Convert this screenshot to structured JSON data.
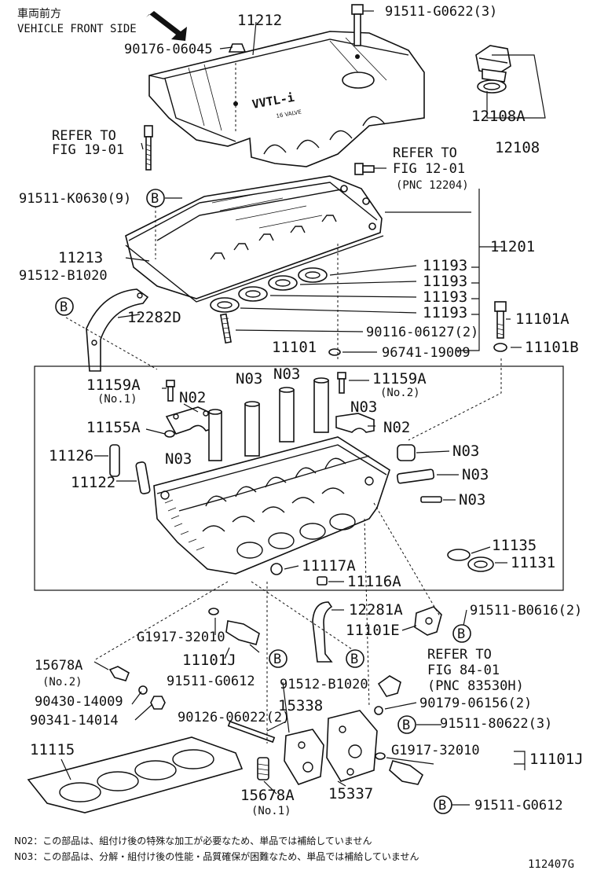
{
  "header": {
    "jp_direction": "車両前方",
    "direction": "VEHICLE FRONT SIDE"
  },
  "labels": {
    "p11212": "11212",
    "p91511_g0622": "91511-G0622(3)",
    "p90176": "90176-06045",
    "refer_to": "REFER TO",
    "fig_19": "FIG 19-01",
    "p12108a": "12108A",
    "p12108": "12108",
    "refer_to_2": "REFER TO",
    "fig_12": "FIG 12-01",
    "pnc_12204": "(PNC 12204)",
    "p91511_k0630": "91511-K0630(9)",
    "p11201": "11201",
    "p11213": "11213",
    "p91512_b1020": "91512-B1020",
    "p11193_1": "11193",
    "p11193_2": "11193",
    "p11193_3": "11193",
    "p11193_4": "11193",
    "p12282d": "12282D",
    "p11101a": "11101A",
    "p90116": "90116-06127(2)",
    "p11101": "11101",
    "p96741": "96741-19009",
    "p11101b": "11101B",
    "n03_top": "N03",
    "p11159a_l": "11159A",
    "no1": "(No.1)",
    "p11159a_r": "11159A",
    "no2": "(No.2)",
    "n03_a": "N03",
    "n02_l": "N02",
    "n03_b": "N03",
    "p11155a": "11155A",
    "n02_r": "N02",
    "p11126": "11126",
    "n03_c": "N03",
    "n03_d": "N03",
    "n03_e": "N03",
    "p11122": "11122",
    "n03_f": "N03",
    "p11135": "11135",
    "p11131": "11131",
    "p11117a": "11117A",
    "p11116a": "11116A",
    "p12281a": "12281A",
    "p91511_b0616": "91511-B0616(2)",
    "p11101e": "11101E",
    "g1917_l": "G1917-32010",
    "p11101j_l": "11101J",
    "p91511_g0612_l": "91511-G0612",
    "p15678a_top": "15678A",
    "no2_b": "(No.2)",
    "p91512_b1020_b": "91512-B1020",
    "refer_to_3": "REFER TO",
    "fig_84": "FIG 84-01",
    "pnc_83530h": "(PNC 83530H)",
    "p90430": "90430-14009",
    "p90179": "90179-06156(2)",
    "p90341": "90341-14014",
    "p15338": "15338",
    "p90126": "90126-06022(2)",
    "p91511_80622": "91511-80622(3)",
    "p11115": "11115",
    "g1917_r": "G1917-32010",
    "p11101j_r": "11101J",
    "p15678a_bot": "15678A",
    "no1_b": "(No.1)",
    "p15337": "15337",
    "p91511_g0612_r": "91511-G0612",
    "b": "B",
    "cover_logo": "VVTL-i",
    "cover_sub": "16 VALVE"
  },
  "notes": [
    "N02：この部品は、組付け後の特殊な加工が必要なため、単品では補給していません",
    "N03：この部品は、分解・組付け後の性能・品質確保が困難なため、単品では補給していません"
  ],
  "figure_id": "112407G"
}
